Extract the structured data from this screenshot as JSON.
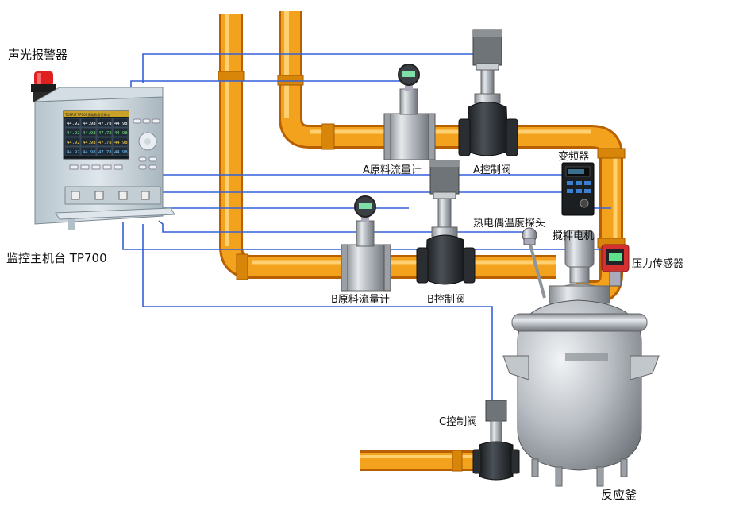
{
  "labels": {
    "alarm": "声光报警器",
    "host": "监控主机台 TP700",
    "flowmeter_a": "A原料流量计",
    "valve_a": "A控制阀",
    "inverter": "变频器",
    "thermocouple": "热电偶温度探头",
    "stir_motor": "搅拌电机",
    "pressure_sensor": "压力传感器",
    "flowmeter_b": "B原料流量计",
    "valve_b": "B控制阀",
    "valve_c": "C控制阀",
    "reactor": "反应釜"
  },
  "device": {
    "screen_title": "TOPRIE TP700多路数据记录仪",
    "channels": [
      "44.92",
      "44.98",
      "47.78",
      "44.98",
      "44.92",
      "44.98",
      "47.78",
      "44.98",
      "44.92",
      "44.98",
      "47.78",
      "44.98",
      "44.92",
      "44.98",
      "47.78",
      "44.98"
    ]
  },
  "colors": {
    "pipe": "#f0a020",
    "signal_wire": "#3560d8",
    "alarm_lamp": "#e02020",
    "screen_bg": "#101820"
  }
}
